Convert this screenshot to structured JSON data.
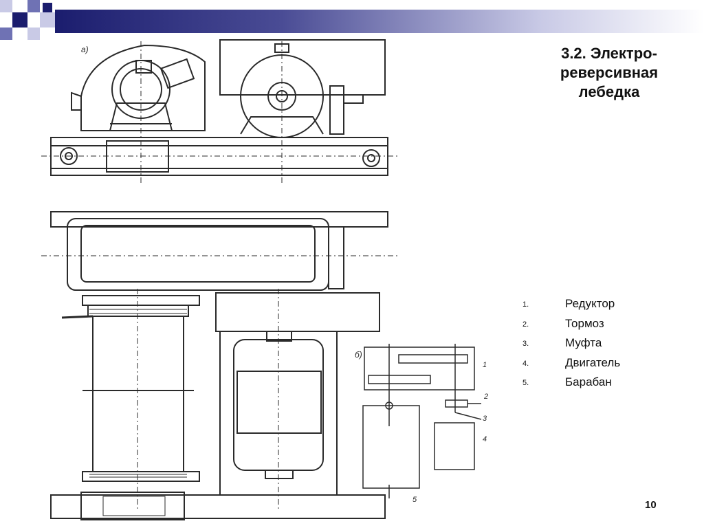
{
  "slide": {
    "title_lines": [
      "3.2. Электро-",
      "реверсивная",
      "лебедка"
    ],
    "page_number": "10"
  },
  "components": [
    {
      "num": "1.",
      "label": "Редуктор"
    },
    {
      "num": "2.",
      "label": "Тормоз"
    },
    {
      "num": "3.",
      "label": "Муфта"
    },
    {
      "num": "4.",
      "label": "Двигатель"
    },
    {
      "num": "5.",
      "label": "Барабан"
    }
  ],
  "drawing": {
    "view_a_label": "а)",
    "view_b_label": "б)",
    "callouts": [
      "1",
      "2",
      "3",
      "4",
      "5"
    ]
  },
  "colors": {
    "accent_dark": "#1b1d6e",
    "accent_mid": "#6f72b4",
    "accent_light": "#c9cae6",
    "line": "#2a2a2a"
  }
}
